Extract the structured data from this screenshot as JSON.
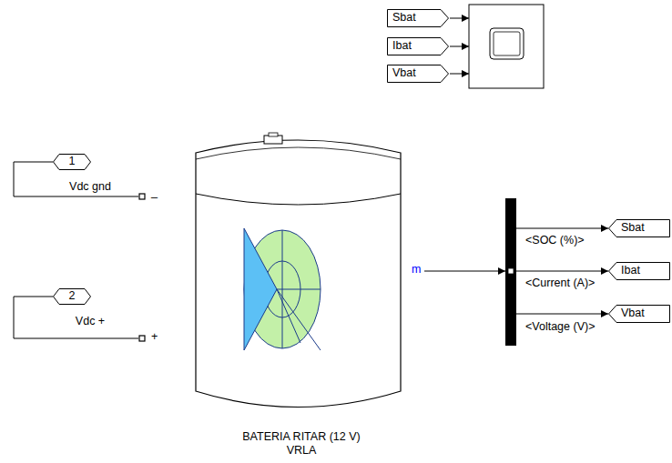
{
  "diagram": {
    "nodes": [
      {
        "text": [
          "Sbat"
        ]
      },
      {
        "text": [
          "Ibat"
        ]
      },
      {
        "text": [
          "Vbat"
        ]
      },
      {
        "text": [
          "1",
          "Vdc gnd"
        ]
      },
      {
        "text": [
          "BATERIA RITAR (12 V) VRLA"
        ]
      },
      {
        "text": [
          "Sbat"
        ]
      },
      {
        "text": [
          "Ibat"
        ]
      },
      {
        "text": [
          "2",
          "Vdc +"
        ]
      },
      {
        "text": [
          "Vbat"
        ]
      }
    ],
    "edges": [
      {
        "from": 3,
        "to": 4,
        "arrow": "none"
      },
      {
        "from": 7,
        "to": 4,
        "arrow": "none"
      }
    ],
    "labels": [
      "_",
      "+",
      "m",
      "<SOC (%)>",
      "<Current (A)>",
      "<Voltage (V)>"
    ]
  }
}
